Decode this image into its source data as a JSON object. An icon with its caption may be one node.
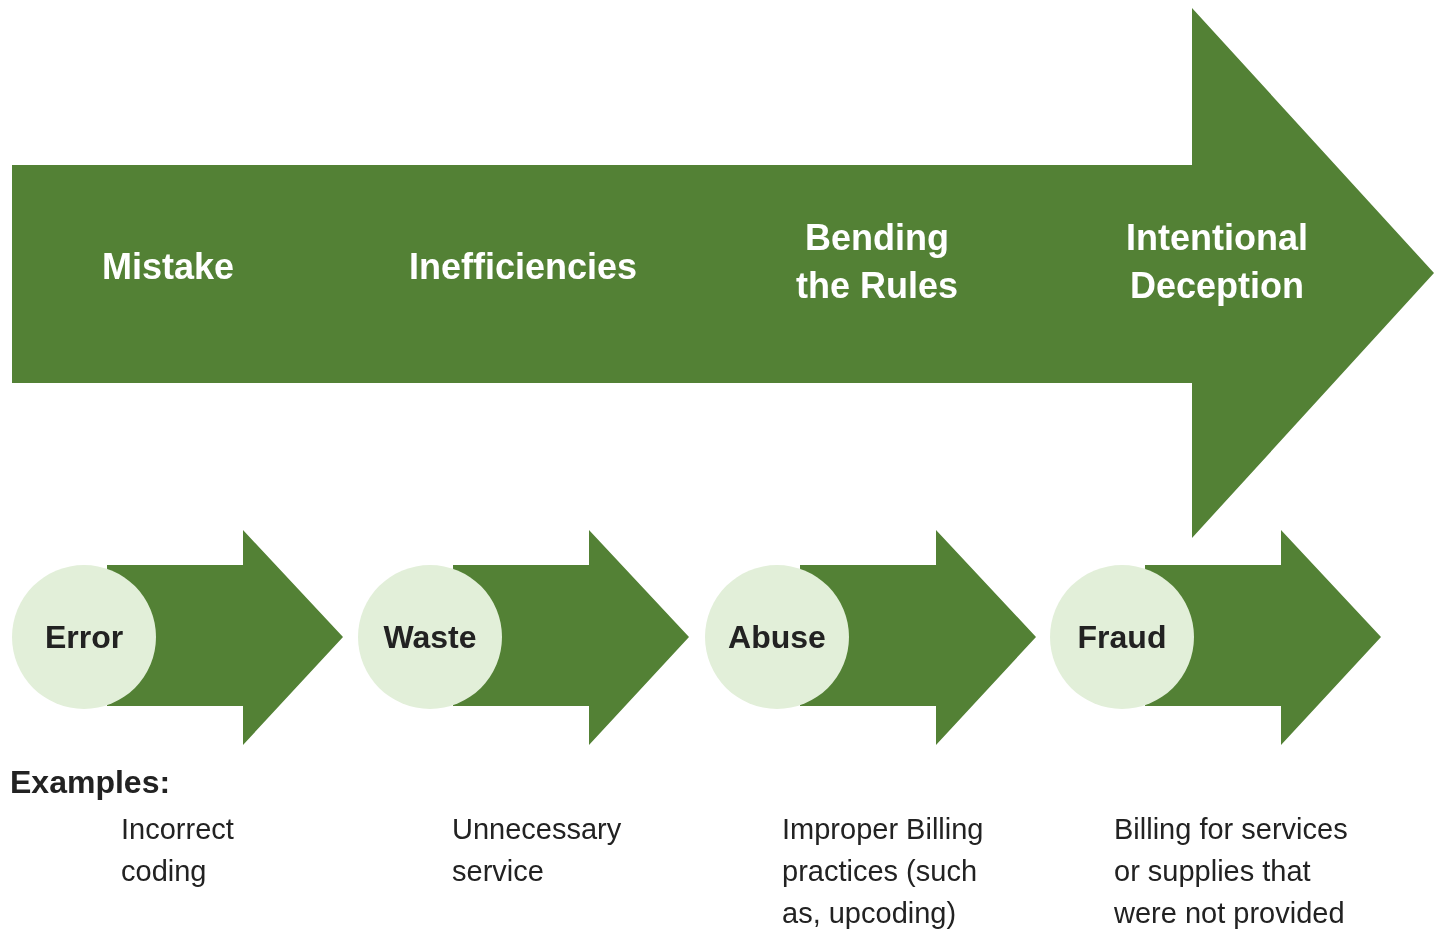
{
  "diagram": {
    "nodes": [
      {
        "text": [
          "Mistake",
          "Inefficiencies",
          "Bending the Rules",
          "Intentional Deception"
        ]
      },
      {
        "text": [
          "Error"
        ]
      },
      {
        "text": [
          "Waste"
        ]
      },
      {
        "text": [
          "Abuse"
        ]
      },
      {
        "text": [
          "Fraud"
        ]
      }
    ],
    "labels": [
      "Examples:",
      "Incorrect coding",
      "Unnecessary service",
      "Improper Billing practices (such as, upcoding)",
      "Billing for services or supplies that were not provided"
    ]
  }
}
